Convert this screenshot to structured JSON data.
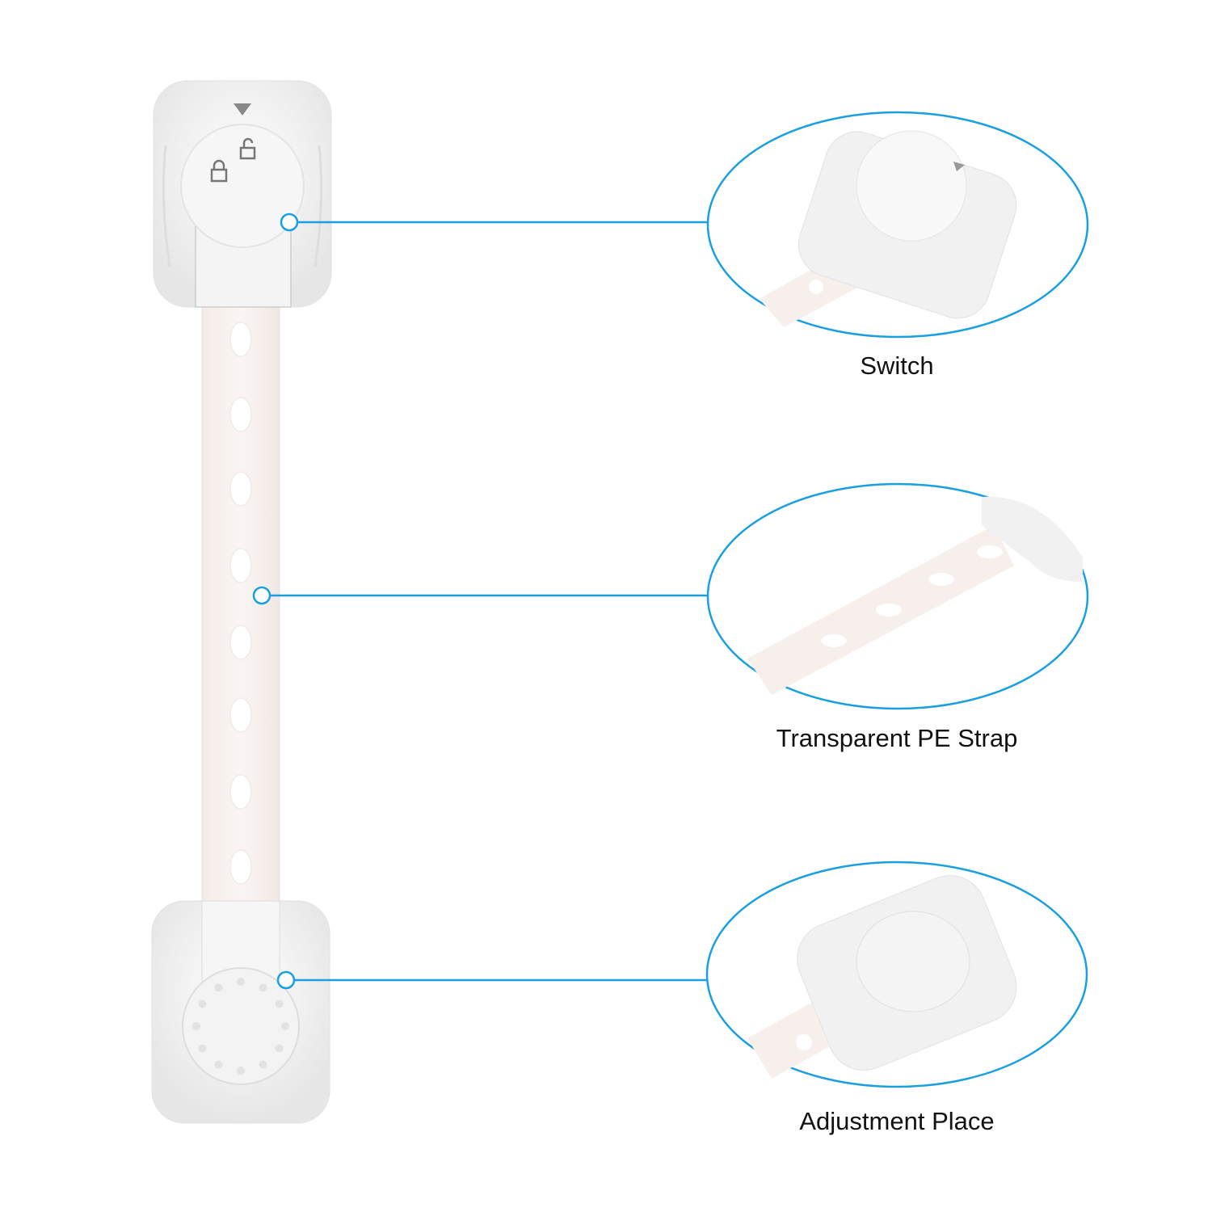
{
  "callouts": [
    {
      "label": "Switch"
    },
    {
      "label": "Transparent PE Strap"
    },
    {
      "label": "Adjustment Place"
    }
  ],
  "colors": {
    "accent": "#1a9fe0",
    "body": "#f2f2f2",
    "strap": "#f6efec"
  }
}
